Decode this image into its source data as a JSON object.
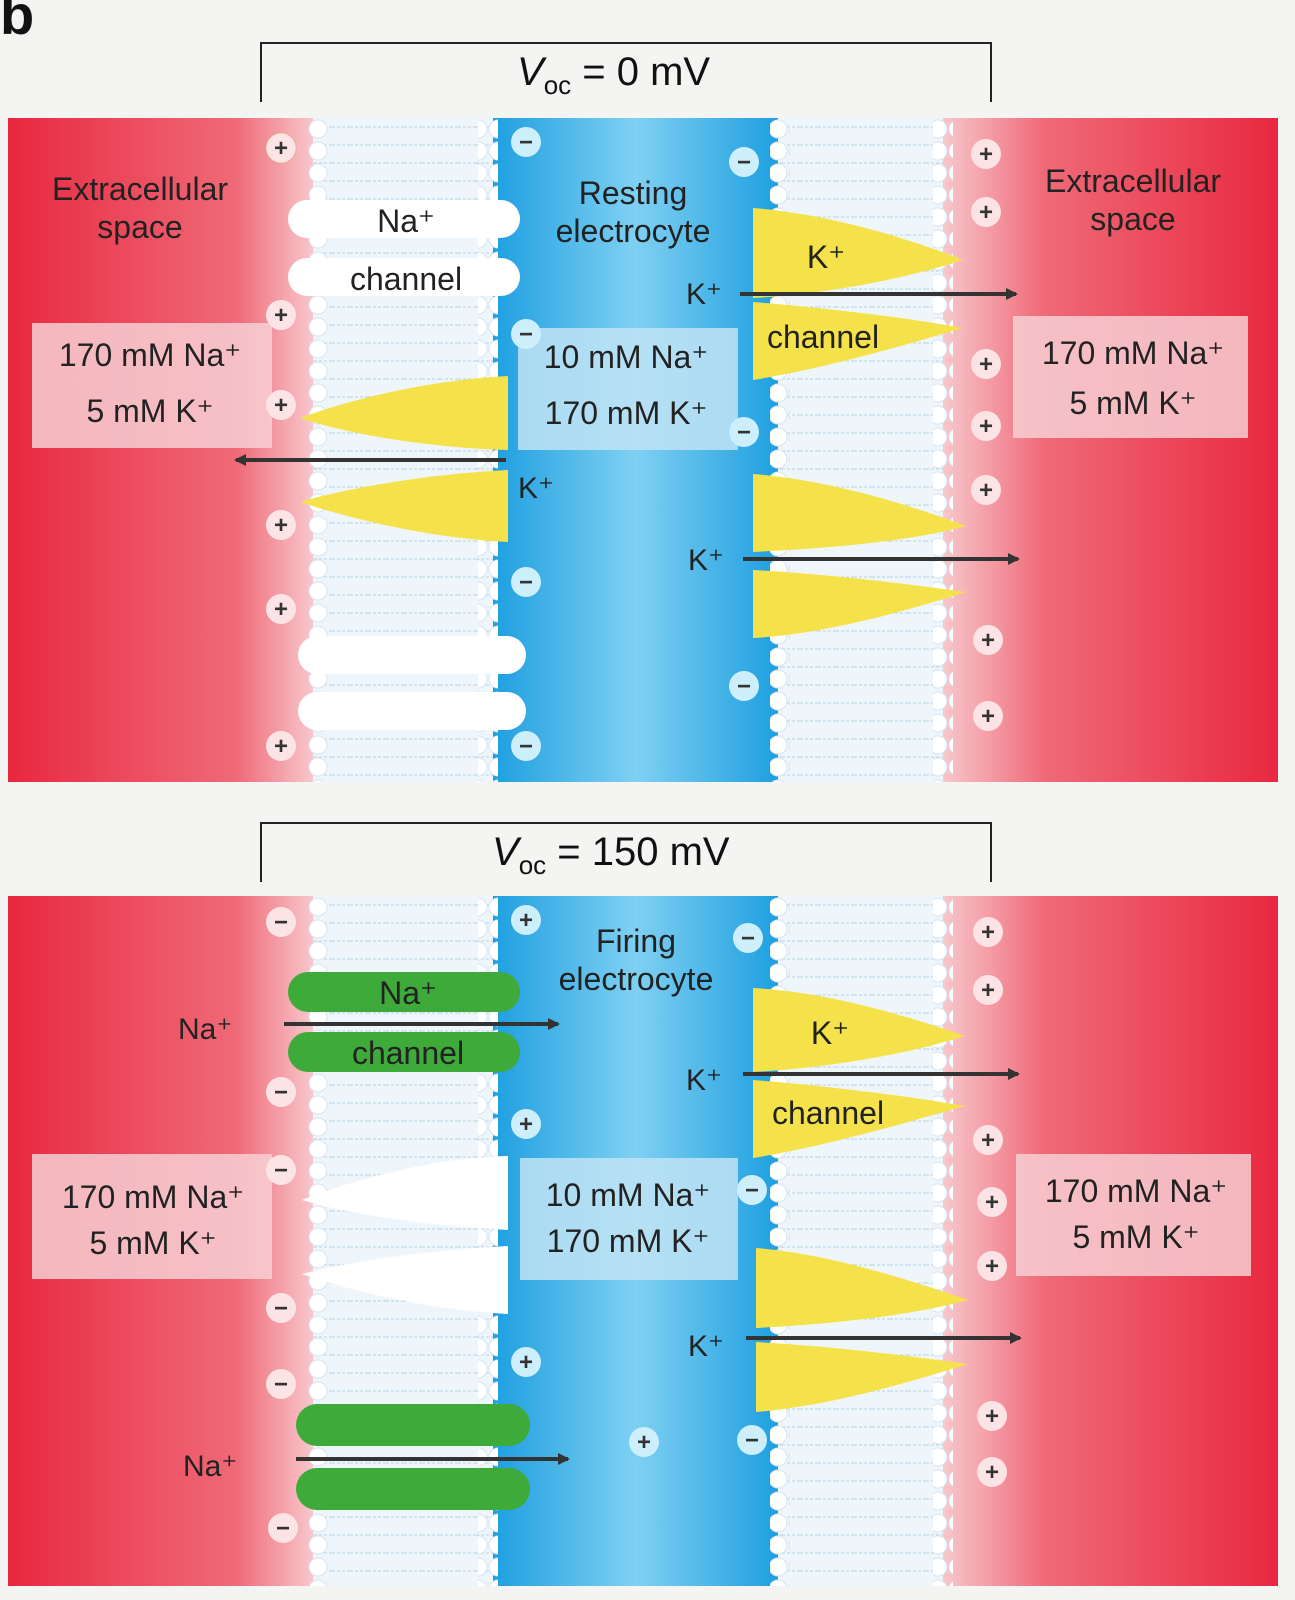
{
  "panel_label": "b",
  "colors": {
    "extracellular": "#e8283f",
    "extracellular_light": "#f8c7cc",
    "cytoplasm": "#1e9fe0",
    "cytoplasm_light": "#7fd0f2",
    "k_channel": "#f5e24a",
    "na_channel_open": "#3daa3a",
    "na_channel_closed": "#ffffff",
    "membrane": "#ffffff"
  },
  "top": {
    "voc_symbol": "V",
    "voc_sub": "oc",
    "voc_value": "= 0 mV",
    "left_space": [
      "Extracellular",
      "space"
    ],
    "right_space": [
      "Extracellular",
      "space"
    ],
    "cell_label": [
      "Resting",
      "electrocyte"
    ],
    "left_conc": [
      "170 mM Na⁺",
      "5 mM K⁺"
    ],
    "center_conc": [
      "10 mM Na⁺",
      "170 mM K⁺"
    ],
    "right_conc": [
      "170 mM Na⁺",
      "5 mM K⁺"
    ],
    "na_channel_label": [
      "Na⁺",
      "channel"
    ],
    "k_channel_label": [
      "K⁺",
      "channel"
    ],
    "k_ion": "K⁺"
  },
  "bottom": {
    "voc_symbol": "V",
    "voc_sub": "oc",
    "voc_value": "= 150 mV",
    "cell_label": [
      "Firing",
      "electrocyte"
    ],
    "left_conc": [
      "170 mM Na⁺",
      "5 mM K⁺"
    ],
    "center_conc": [
      "10 mM Na⁺",
      "170 mM K⁺"
    ],
    "right_conc": [
      "170 mM Na⁺",
      "5 mM K⁺"
    ],
    "na_channel_label": [
      "Na⁺",
      "channel"
    ],
    "k_channel_label": [
      "K⁺",
      "channel"
    ],
    "na_ion": "Na⁺",
    "k_ion": "K⁺"
  },
  "charges": {
    "plus": "+",
    "minus": "−"
  }
}
